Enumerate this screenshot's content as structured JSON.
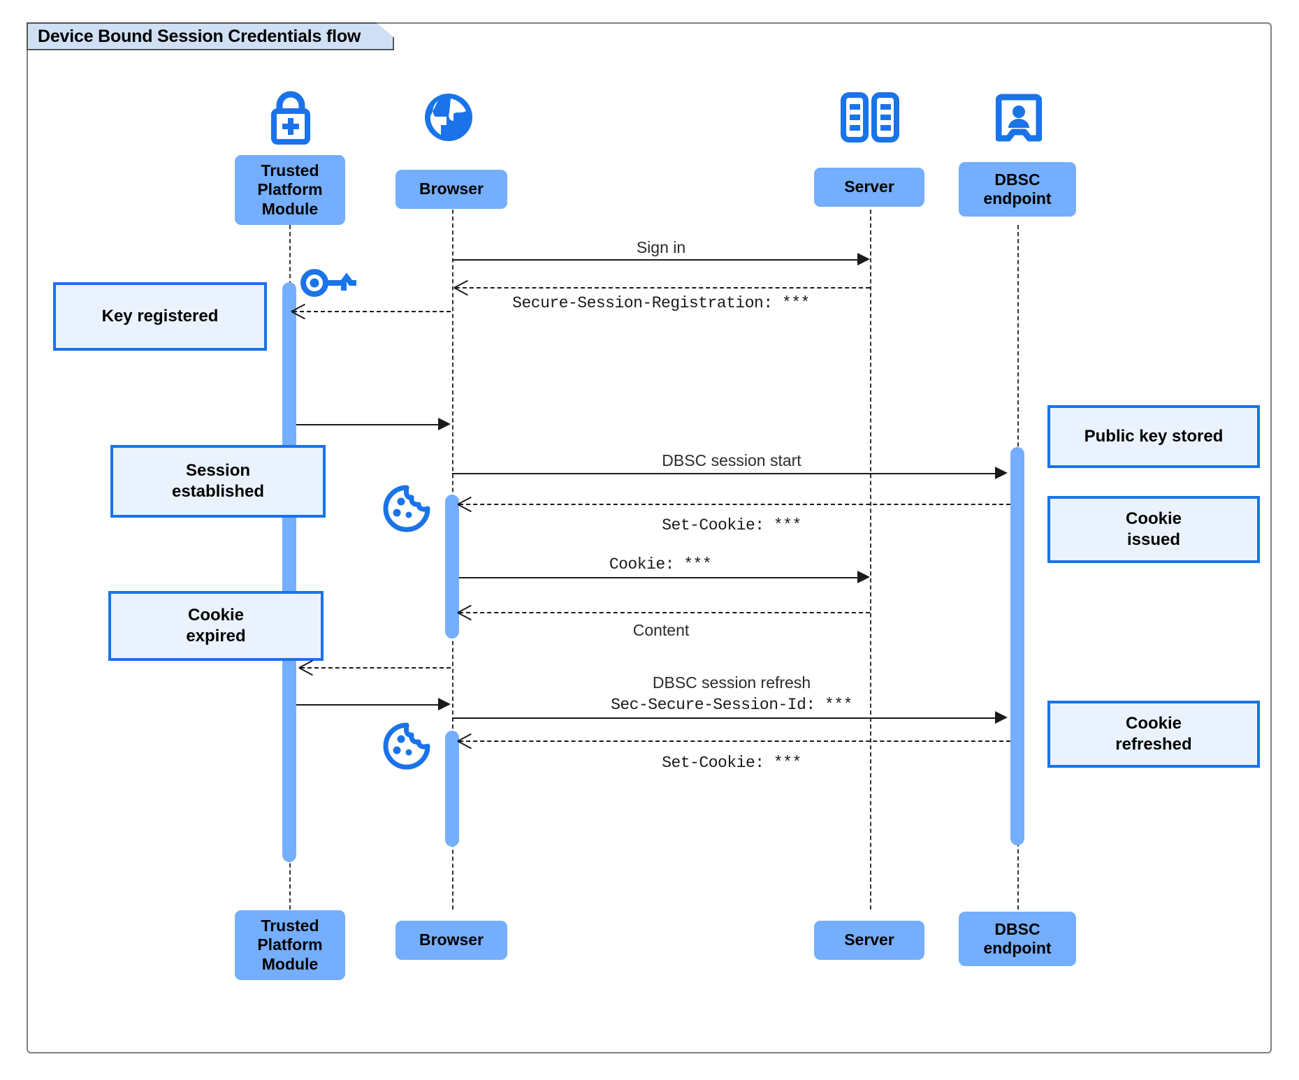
{
  "diagram": {
    "title": "Device Bound Session Credentials flow",
    "type": "sequence",
    "colors": {
      "participant_fill": "#74aefc",
      "note_fill": "#eaf2fd",
      "note_border": "#1a73e8",
      "icon_blue": "#1a73e8",
      "activation_fill": "#74aefc",
      "frame_border": "#808080",
      "title_fill": "#cfe0f5",
      "line": "#1a1a1a"
    }
  },
  "participants": [
    {
      "id": "tpm",
      "label": "Trusted\nPlatform\nModule",
      "icon": "padlock-plus-icon"
    },
    {
      "id": "browser",
      "label": "Browser",
      "icon": "globe-icon"
    },
    {
      "id": "server",
      "label": "Server",
      "icon": "server-rack-icon"
    },
    {
      "id": "dbsc",
      "label": "DBSC\nendpoint",
      "icon": "id-badge-icon"
    }
  ],
  "participants_bottom": [
    {
      "id": "tpm",
      "label": "Trusted\nPlatform\nModule"
    },
    {
      "id": "browser",
      "label": "Browser"
    },
    {
      "id": "server",
      "label": "Server"
    },
    {
      "id": "dbsc",
      "label": "DBSC\nendpoint"
    }
  ],
  "messages": [
    {
      "id": "m1",
      "from": "browser",
      "to": "server",
      "label": "Sign in",
      "style": "solid",
      "mono": false
    },
    {
      "id": "m2",
      "from": "server",
      "to": "browser",
      "label": "Secure-Session-Registration: ***",
      "style": "dashed",
      "mono": true
    },
    {
      "id": "m3",
      "from": "browser",
      "to": "tpm",
      "label": "",
      "style": "dashed",
      "mono": false
    },
    {
      "id": "m4",
      "from": "tpm",
      "to": "browser",
      "label": "",
      "style": "solid",
      "mono": false
    },
    {
      "id": "m5",
      "from": "browser",
      "to": "dbsc",
      "label": "DBSC session start",
      "style": "solid",
      "mono": false
    },
    {
      "id": "m6",
      "from": "dbsc",
      "to": "browser",
      "label": "Set-Cookie: ***",
      "style": "dashed",
      "mono": true
    },
    {
      "id": "m7",
      "from": "browser",
      "to": "server",
      "label": "Cookie: ***",
      "style": "solid",
      "mono": true
    },
    {
      "id": "m8",
      "from": "server",
      "to": "browser",
      "label": "Content",
      "style": "dashed",
      "mono": false
    },
    {
      "id": "m9",
      "from": "browser",
      "to": "tpm",
      "label": "",
      "style": "dashed",
      "mono": false
    },
    {
      "id": "m10",
      "from": "tpm",
      "to": "browser",
      "label": "",
      "style": "solid",
      "mono": false
    },
    {
      "id": "m11",
      "from": "browser",
      "to": "dbsc",
      "label_top": "DBSC session refresh",
      "label_bottom": "Sec-Secure-Session-Id: ***",
      "style": "solid",
      "mono": false
    },
    {
      "id": "m12",
      "from": "dbsc",
      "to": "browser",
      "label": "Set-Cookie: ***",
      "style": "dashed",
      "mono": true
    }
  ],
  "notes": [
    {
      "id": "n1",
      "side": "left",
      "label": "Key registered"
    },
    {
      "id": "n2",
      "side": "left",
      "label": "Session\nestablished"
    },
    {
      "id": "n3",
      "side": "left",
      "label": "Cookie\nexpired"
    },
    {
      "id": "n4",
      "side": "right",
      "label": "Public key stored"
    },
    {
      "id": "n5",
      "side": "right",
      "label": "Cookie\nissued"
    },
    {
      "id": "n6",
      "side": "right",
      "label": "Cookie\nrefreshed"
    }
  ],
  "inline_icons": [
    {
      "id": "key1",
      "name": "key-icon",
      "near": "tpm"
    },
    {
      "id": "cookie1",
      "name": "cookie-icon",
      "near": "browser"
    },
    {
      "id": "cookie2",
      "name": "cookie-icon",
      "near": "browser"
    }
  ]
}
